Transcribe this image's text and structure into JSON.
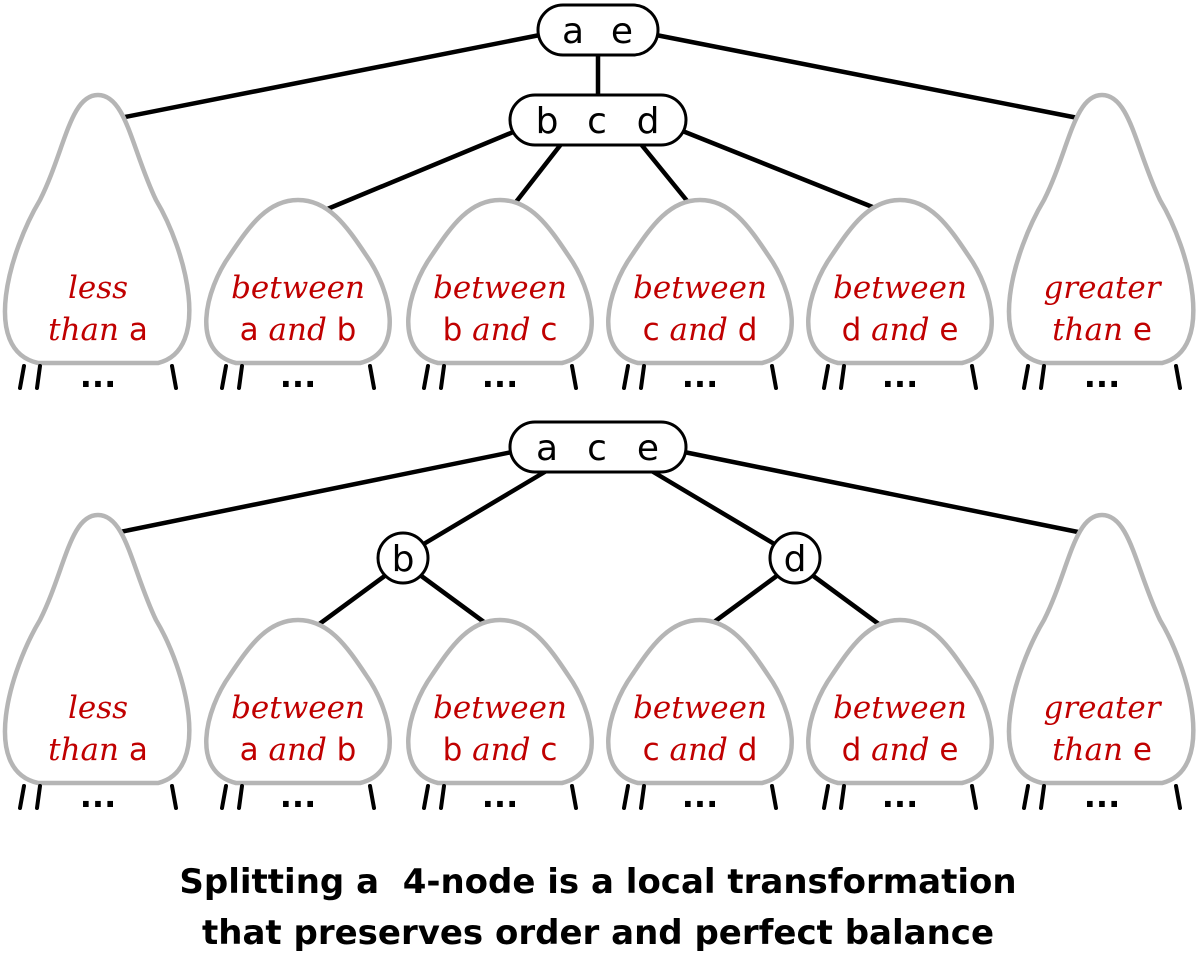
{
  "diagrams": [
    {
      "root_keys": [
        "a",
        "e"
      ],
      "middle_node_keys": [
        "b",
        "c",
        "d"
      ],
      "subtrees": [
        {
          "line1": "less",
          "line2_word": "than",
          "line2_key": "a"
        },
        {
          "line1": "between",
          "key1": "a",
          "and": "and",
          "key2": "b"
        },
        {
          "line1": "between",
          "key1": "b",
          "and": "and",
          "key2": "c"
        },
        {
          "line1": "between",
          "key1": "c",
          "and": "and",
          "key2": "d"
        },
        {
          "line1": "between",
          "key1": "d",
          "and": "and",
          "key2": "e"
        },
        {
          "line1": "greater",
          "line2_word": "than",
          "line2_key": "e"
        }
      ]
    },
    {
      "root_keys": [
        "a",
        "c",
        "e"
      ],
      "left_node_key": "b",
      "right_node_key": "d",
      "subtrees": [
        {
          "line1": "less",
          "line2_word": "than",
          "line2_key": "a"
        },
        {
          "line1": "between",
          "key1": "a",
          "and": "and",
          "key2": "b"
        },
        {
          "line1": "between",
          "key1": "b",
          "and": "and",
          "key2": "c"
        },
        {
          "line1": "between",
          "key1": "c",
          "and": "and",
          "key2": "d"
        },
        {
          "line1": "between",
          "key1": "d",
          "and": "and",
          "key2": "e"
        },
        {
          "line1": "greater",
          "line2_word": "than",
          "line2_key": "e"
        }
      ]
    }
  ],
  "ellipsis": "...",
  "caption": {
    "line1": "Splitting a  4-node is a local transformation",
    "line2": "that preserves order and perfect balance"
  },
  "colors": {
    "label": "#c00000",
    "subtree_outline": "#b5b5b5",
    "edge": "#000000"
  }
}
